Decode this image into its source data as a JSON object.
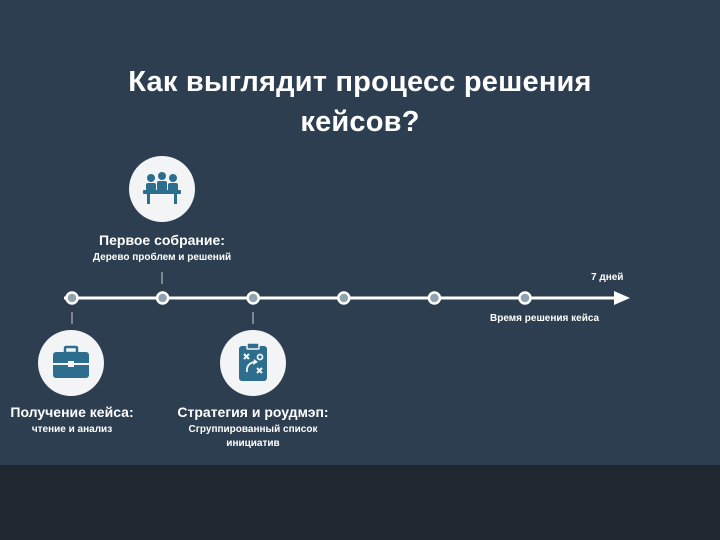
{
  "title": {
    "line1": "Как выглядит процесс решения",
    "line2": "кейсов?"
  },
  "timeline": {
    "end_label": "7 дней",
    "axis_label": "Время решения кейса",
    "node_count": 6
  },
  "steps": [
    {
      "icon": "meeting-icon",
      "title": "Первое собрание:",
      "subtitle": "Дерево проблем и решений"
    },
    {
      "icon": "briefcase-icon",
      "title": "Получение кейса:",
      "subtitle": "чтение и анализ"
    },
    {
      "icon": "strategy-board-icon",
      "title": "Стратегия и роудмэп:",
      "subtitle": "Сгруппированный список инициатив"
    }
  ],
  "colors": {
    "background": "#2d3e50",
    "line": "#ffffff",
    "node_fill": "#8fa2ad",
    "icon_accent": "#2d6e8e"
  }
}
